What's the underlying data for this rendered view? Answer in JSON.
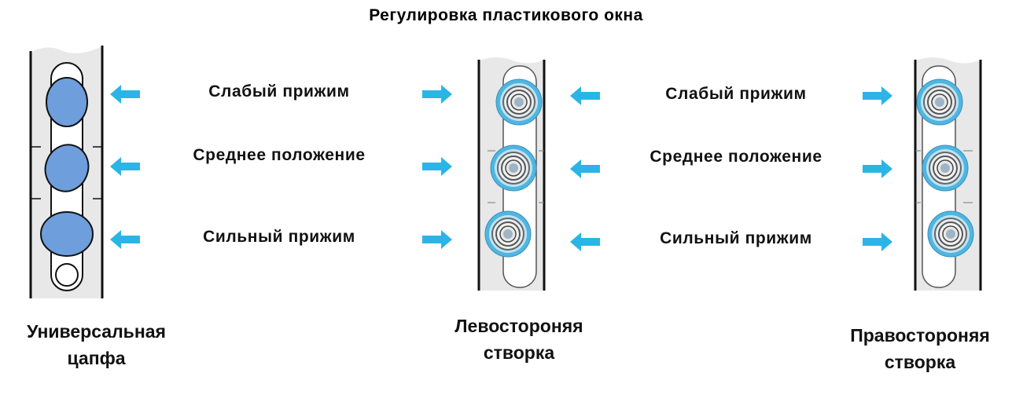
{
  "title": "Регулировка пластикового окна",
  "colors": {
    "arrow": "#2bb5e6",
    "trunnion_fill": "#6e9fdc",
    "eccentric_ring": "#4fb6e0",
    "profile": "#e6e6e6"
  },
  "pressure_levels": [
    {
      "label": "Слабый  прижим"
    },
    {
      "label": "Среднее положение"
    },
    {
      "label": "Сильный  прижим"
    }
  ],
  "middle_labels": [
    {
      "label": "Слабый  прижим"
    },
    {
      "label": "Среднее положение"
    },
    {
      "label": "Сильный  прижим"
    }
  ],
  "right_labels": [
    {
      "label": "Слабый  прижим"
    },
    {
      "label": "Среднее положение"
    },
    {
      "label": "Сильный  прижим"
    }
  ],
  "captions": {
    "universal": {
      "line1": "Универсальная",
      "line2": "цапфа"
    },
    "left_sash": {
      "line1": "Левостороняя",
      "line2": "створка"
    },
    "right_sash": {
      "line1": "Правостороняя",
      "line2": "створка"
    }
  },
  "icons": {
    "arrow_left": "arrow-left-icon",
    "arrow_right": "arrow-right-icon"
  }
}
